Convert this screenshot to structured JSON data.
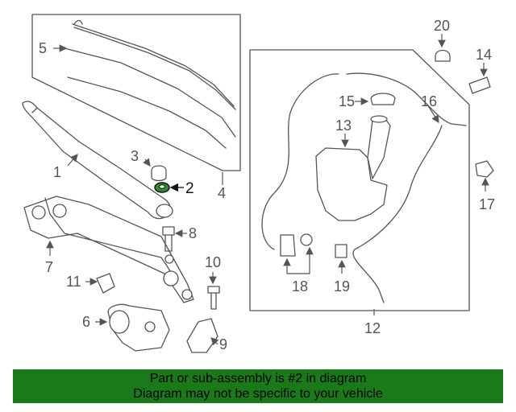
{
  "callouts": {
    "n1": "1",
    "n2": "2",
    "n3": "3",
    "n4": "4",
    "n5": "5",
    "n6": "6",
    "n7": "7",
    "n8": "8",
    "n9": "9",
    "n10": "10",
    "n11": "11",
    "n12": "12",
    "n13": "13",
    "n14": "14",
    "n15": "15",
    "n16": "16",
    "n17": "17",
    "n18": "18",
    "n19": "19",
    "n20": "20"
  },
  "highlighted_part": "2",
  "highlight_color": "#2e8b2e",
  "banner": {
    "line1": "Part or sub-assembly is #2 in diagram",
    "line2": "Diagram may not be specific to your vehicle",
    "background": "#1a7a1a"
  }
}
